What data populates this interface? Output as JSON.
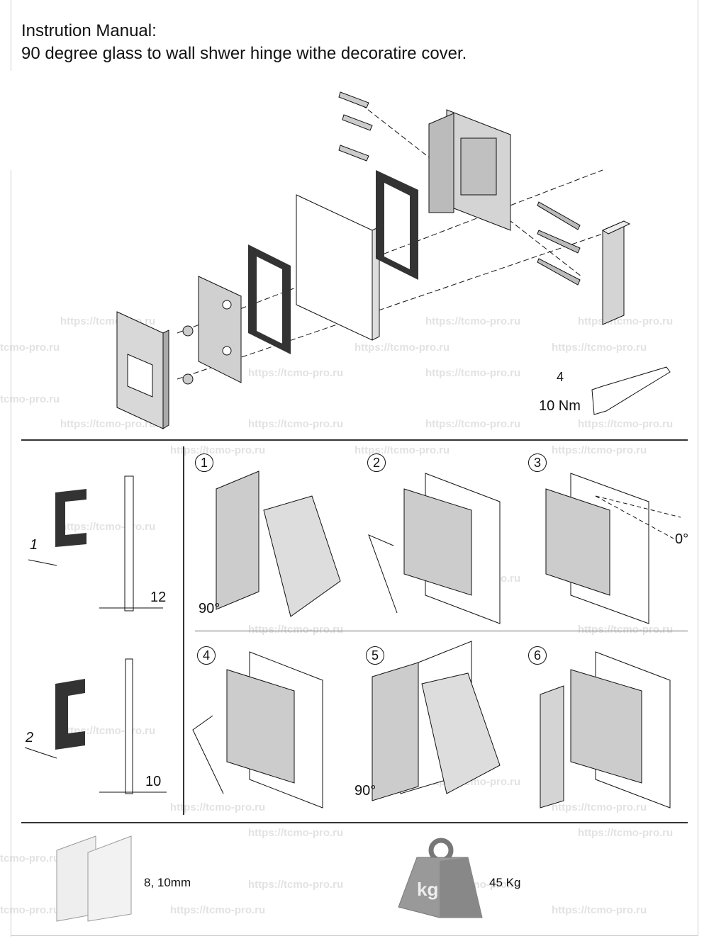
{
  "title": {
    "line1": "Instrution Manual:",
    "line2": "90 degree glass to wall shwer hinge withe decoratire cover."
  },
  "watermark": "https://tcmo-pro.ru",
  "watermark_short": "tcmo-pro.ru",
  "tool": {
    "step": "4",
    "torque": "10 Nm"
  },
  "gaskets": {
    "top": {
      "thickness": "1",
      "glass": "12"
    },
    "bottom": {
      "thickness": "2",
      "glass": "10"
    }
  },
  "steps": [
    {
      "n": "1",
      "note": "90°"
    },
    {
      "n": "2"
    },
    {
      "n": "3",
      "note": "0°"
    },
    {
      "n": "4"
    },
    {
      "n": "5",
      "note": "90°"
    },
    {
      "n": "6"
    }
  ],
  "specs": {
    "glass_thickness": "8, 10mm",
    "weight_icon_text": "kg",
    "max_load": "45 Kg"
  }
}
